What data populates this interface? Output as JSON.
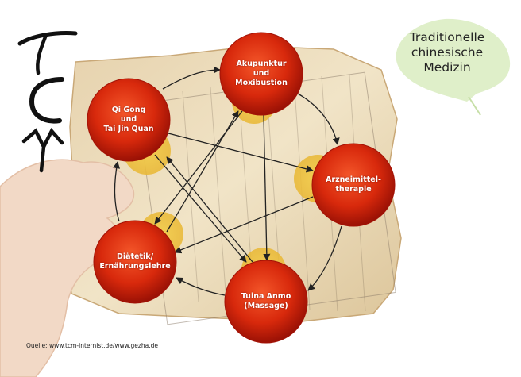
{
  "title": {
    "lines": [
      "Traditionelle",
      "chinesische",
      "Medizin"
    ]
  },
  "source": "Quelle: www.tcm-internist.de/www.gezha.de",
  "logo": {
    "text": "TCM"
  },
  "colors": {
    "node_inner": "#ee3a12",
    "node_outer": "#a31206",
    "node_glow": "#f0c640",
    "arrow": "#222222",
    "leaf": "#d8ebbd",
    "paper": "#efe1c2"
  },
  "nodes": [
    {
      "id": "akupunktur",
      "lines": [
        "Akupunktur",
        "und",
        "Moxibustion"
      ]
    },
    {
      "id": "qigong",
      "lines": [
        "Qi Gong",
        "und",
        "Tai Jin Quan"
      ]
    },
    {
      "id": "arznei",
      "lines": [
        "Arzneimittel-",
        "therapie"
      ]
    },
    {
      "id": "diaetetik",
      "lines": [
        "Diätetik/",
        "Ernährungslehre"
      ]
    },
    {
      "id": "tuina",
      "lines": [
        "Tuina Anmo",
        "(Massage)"
      ]
    }
  ]
}
